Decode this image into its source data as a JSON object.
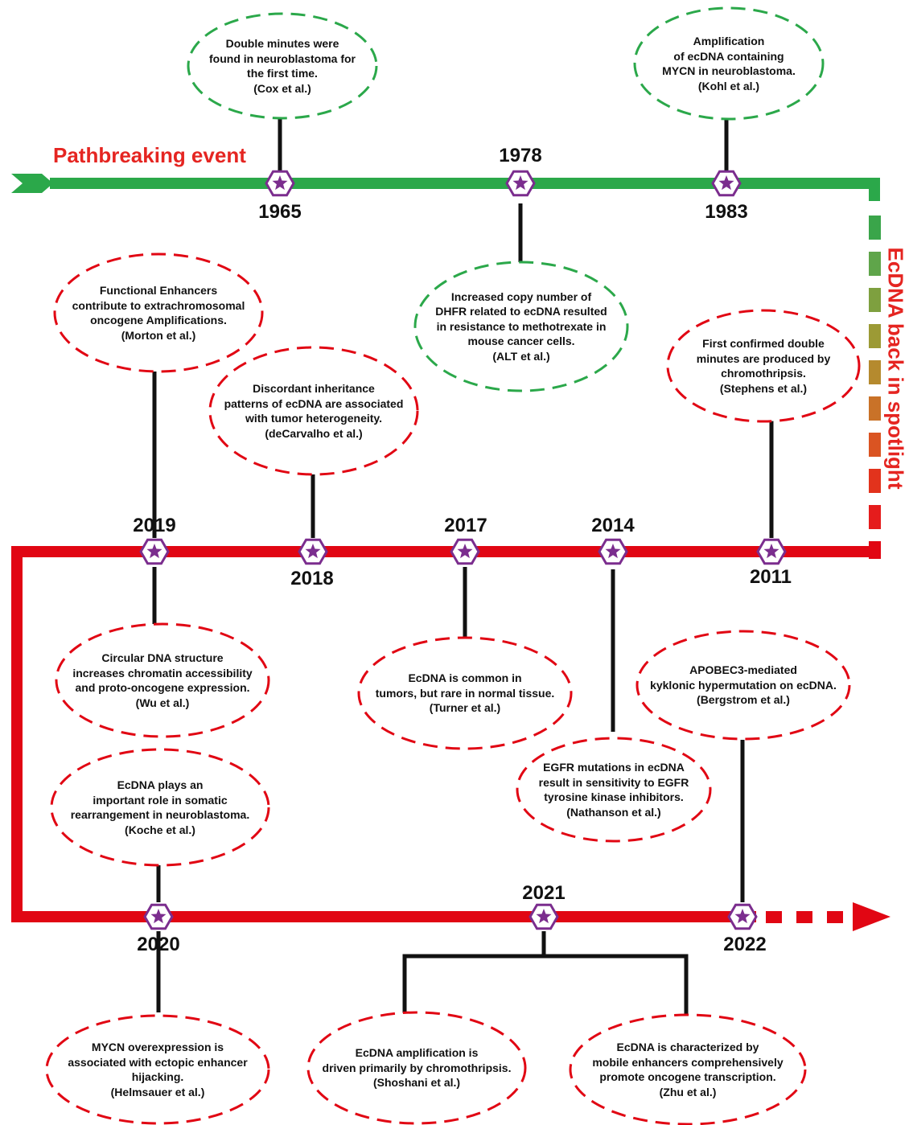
{
  "labels": {
    "top_track": "Pathbreaking event",
    "side_track": "EcDNA back in spotlight"
  },
  "colors": {
    "green": "#2ba84a",
    "red": "#e10613",
    "purple": "#7b2d8e",
    "gradient": [
      "#3aa54a",
      "#5fa54a",
      "#7ea03f",
      "#9c9a35",
      "#b58a2e",
      "#c97228",
      "#da5422",
      "#e2331c",
      "#e51c1c"
    ]
  },
  "icons": {
    "marker": "star-hexagon-icon",
    "arrow_start": "chevron-arrow-icon",
    "arrow_end": "arrow-head-icon"
  },
  "years": {
    "y1965": "1965",
    "y1978": "1978",
    "y1983": "1983",
    "y2019": "2019",
    "y2018": "2018",
    "y2017": "2017",
    "y2014": "2014",
    "y2011": "2011",
    "y2020": "2020",
    "y2021": "2021",
    "y2022": "2022"
  },
  "events": {
    "e1965": [
      "Double minutes were",
      "found in neuroblastoma for",
      "the first time.",
      "(Cox et al.)"
    ],
    "e1983": [
      "Amplification",
      "of ecDNA containing",
      "MYCN in neuroblastoma.",
      "(Kohl et al.)"
    ],
    "e1978": [
      "Increased copy number of",
      "DHFR related to ecDNA resulted",
      "in resistance to methotrexate in",
      "mouse cancer cells.",
      "(ALT et al.)"
    ],
    "e2019a": [
      "Functional Enhancers",
      "contribute to extrachromosomal",
      "oncogene Amplifications.",
      "(Morton et al.)"
    ],
    "e2018": [
      "Discordant inheritance",
      "patterns of ecDNA are associated",
      "with tumor heterogeneity.",
      "(deCarvalho et al.)"
    ],
    "e2011": [
      "First confirmed double",
      "minutes are produced by",
      "chromothripsis.",
      "(Stephens et al.)"
    ],
    "e2019b": [
      "Circular DNA structure",
      "increases chromatin accessibility",
      "and proto-oncogene expression.",
      "(Wu et al.)"
    ],
    "e2017": [
      "EcDNA is common in",
      "tumors, but rare in normal tissue.",
      "(Turner et al.)"
    ],
    "e2022": [
      "APOBEC3-mediated",
      "kyklonic hypermutation on ecDNA.",
      "(Bergstrom et al.)"
    ],
    "e2014": [
      "EGFR mutations in ecDNA",
      "result in sensitivity to EGFR",
      "tyrosine kinase inhibitors.",
      "(Nathanson et al.)"
    ],
    "e2020a": [
      "EcDNA plays an",
      "important role in somatic",
      "rearrangement in neuroblastoma.",
      "(Koche et al.)"
    ],
    "e2020b": [
      "MYCN overexpression is",
      "associated with ectopic enhancer",
      "hijacking.",
      "(Helmsauer et al.)"
    ],
    "e2021a": [
      "EcDNA amplification is",
      "driven primarily by chromothripsis.",
      "(Shoshani et al.)"
    ],
    "e2021b": [
      "EcDNA is characterized by",
      "mobile enhancers comprehensively",
      "promote oncogene transcription.",
      "(Zhu et al.)"
    ]
  }
}
